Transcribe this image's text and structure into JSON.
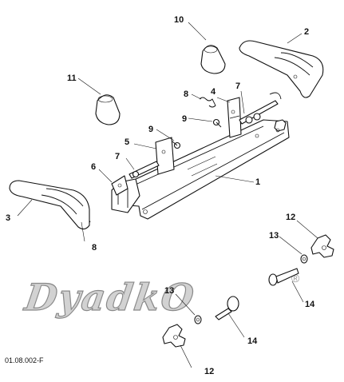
{
  "diagram": {
    "document_code": "01.08.002-F",
    "watermark": {
      "text": "DyadkO",
      "registered_mark": "®"
    },
    "callouts": [
      {
        "id": "c1",
        "label": "1"
      },
      {
        "id": "c2",
        "label": "2"
      },
      {
        "id": "c3",
        "label": "3"
      },
      {
        "id": "c4",
        "label": "4"
      },
      {
        "id": "c5",
        "label": "5"
      },
      {
        "id": "c6",
        "label": "6"
      },
      {
        "id": "c7a",
        "label": "7"
      },
      {
        "id": "c7b",
        "label": "7"
      },
      {
        "id": "c8a",
        "label": "8"
      },
      {
        "id": "c8b",
        "label": "8"
      },
      {
        "id": "c9a",
        "label": "9"
      },
      {
        "id": "c9b",
        "label": "9"
      },
      {
        "id": "c10",
        "label": "10"
      },
      {
        "id": "c11",
        "label": "11"
      },
      {
        "id": "c12a",
        "label": "12"
      },
      {
        "id": "c12b",
        "label": "12"
      },
      {
        "id": "c13a",
        "label": "13"
      },
      {
        "id": "c13b",
        "label": "13"
      },
      {
        "id": "c14a",
        "label": "14"
      },
      {
        "id": "c14b",
        "label": "14"
      }
    ]
  }
}
